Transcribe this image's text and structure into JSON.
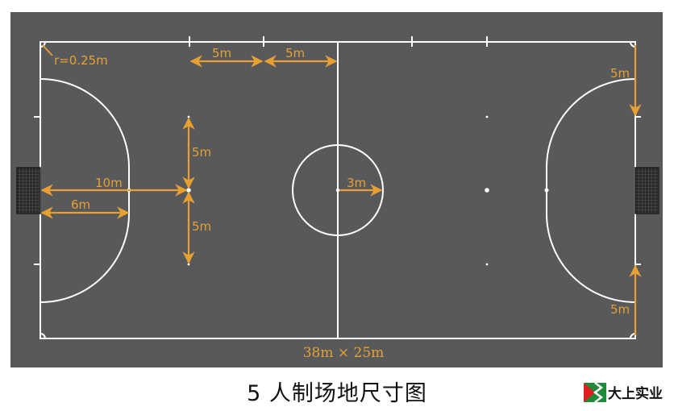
{
  "diagram": {
    "title": "5 人制场地尺寸图",
    "field_size_label": "38m × 25m",
    "corner_radius_label": "r=0.25m",
    "dimensions": {
      "top_left_5m_a": "5m",
      "top_left_5m_b": "5m",
      "second_penalty_up": "5m",
      "second_penalty_down": "5m",
      "penalty_spot_10m": "10m",
      "penalty_area_6m": "6m",
      "center_circle_radius": "3m",
      "right_top_5m": "5m",
      "right_bottom_5m": "5m"
    },
    "colors": {
      "field": "#58595b",
      "lines": "#ffffff",
      "dimension": "#e8a032",
      "goal_net": "#2a2a2a"
    }
  },
  "brand": {
    "name": "大上实业",
    "logo_colors": {
      "red": "#e02020",
      "green": "#1e8a3a"
    }
  }
}
